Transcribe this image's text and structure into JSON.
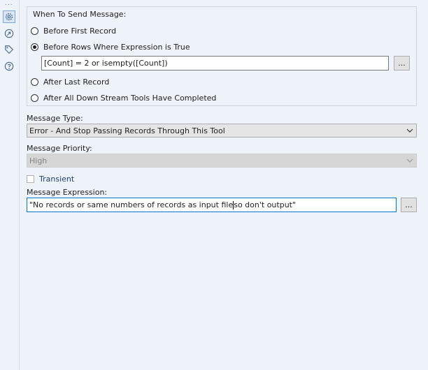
{
  "sidebar": {
    "overflow": "...",
    "icons": [
      {
        "name": "configuration-gear-icon",
        "active": true
      },
      {
        "name": "annotation-arrow-icon",
        "active": false
      },
      {
        "name": "tag-icon",
        "active": false
      },
      {
        "name": "help-icon",
        "active": false
      }
    ]
  },
  "when_to_send": {
    "legend": "When To Send Message:",
    "options": [
      {
        "label": "Before First Record",
        "checked": false
      },
      {
        "label": "Before Rows Where Expression is True",
        "checked": true
      },
      {
        "label": "After Last Record",
        "checked": false
      },
      {
        "label": "After All Down Stream Tools Have Completed",
        "checked": false
      }
    ],
    "expression_value": "[Count] = 2 or isempty([Count])",
    "button_label": "..."
  },
  "message_type": {
    "label": "Message Type:",
    "value": "Error - And Stop Passing Records Through This Tool"
  },
  "message_priority": {
    "label": "Message Priority:",
    "value": "High",
    "disabled": true
  },
  "transient": {
    "label": "Transient",
    "checked": false
  },
  "message_expression": {
    "label": "Message Expression:",
    "value_before_cursor": "\"No records or same numbers of records as input file",
    "value_after_cursor": "so don't output\"",
    "button_label": "..."
  },
  "colors": {
    "background": "#eef2f9",
    "focus_border": "#0078d7",
    "disabled_fill": "#d6d6d6"
  }
}
